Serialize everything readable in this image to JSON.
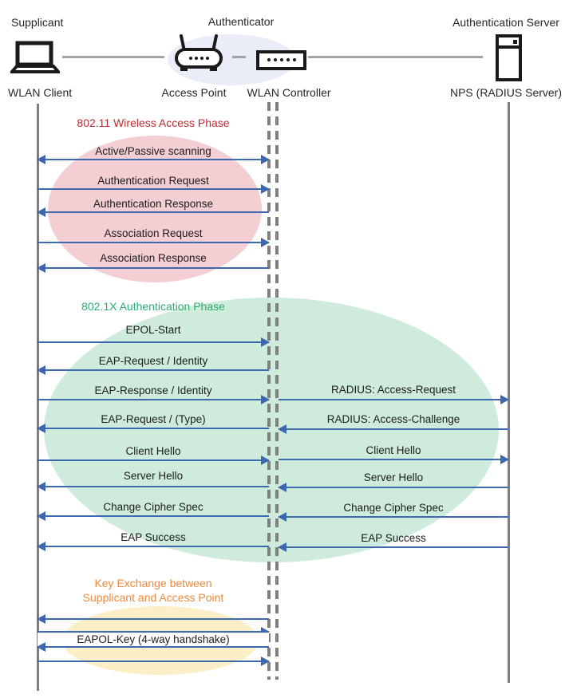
{
  "actors": {
    "supplicant": {
      "role": "Supplicant",
      "device": "WLAN Client"
    },
    "authenticator": {
      "role": "Authenticator",
      "access_point": "Access Point",
      "controller": "WLAN Controller"
    },
    "server": {
      "role": "Authentication Server",
      "device": "NPS (RADIUS Server)"
    }
  },
  "phases": {
    "p1": {
      "title": "802.11 Wireless Access Phase",
      "color": "#BE2B31",
      "fill": "#F3CED3"
    },
    "p2": {
      "title": "802.1X Authentication Phase",
      "color": "#2FAD72",
      "fill": "#CEEBDC"
    },
    "p3": {
      "title_line1": "Key Exchange between",
      "title_line2": "Supplicant and Access Point",
      "color": "#ED8A3C",
      "fill": "#FCEFC8"
    }
  },
  "messages": {
    "left": [
      {
        "label": "Active/Passive scanning",
        "direction": "both"
      },
      {
        "label": "Authentication Request",
        "direction": "right"
      },
      {
        "label": "Authentication Response",
        "direction": "left"
      },
      {
        "label": "Association Request",
        "direction": "right"
      },
      {
        "label": "Association Response",
        "direction": "left"
      },
      {
        "label": "EPOL-Start",
        "direction": "right"
      },
      {
        "label": "EAP-Request / Identity",
        "direction": "left"
      },
      {
        "label": "EAP-Response / Identity",
        "direction": "right"
      },
      {
        "label": "EAP-Request / (Type)",
        "direction": "left"
      },
      {
        "label": "Client Hello",
        "direction": "right"
      },
      {
        "label": "Server Hello",
        "direction": "left"
      },
      {
        "label": "Change Cipher Spec",
        "direction": "left"
      },
      {
        "label": "EAP Success",
        "direction": "left"
      },
      {
        "label": "EAPOL-Key (4-way handshake)",
        "direction": "left"
      }
    ],
    "right": [
      {
        "label": "RADIUS: Access-Request",
        "direction": "right"
      },
      {
        "label": "RADIUS: Access-Challenge",
        "direction": "left"
      },
      {
        "label": "Client Hello",
        "direction": "right"
      },
      {
        "label": "Server Hello",
        "direction": "left"
      },
      {
        "label": "Change Cipher Spec",
        "direction": "left"
      },
      {
        "label": "EAP Success",
        "direction": "left"
      }
    ]
  },
  "icons": {
    "supplicant": "laptop-icon",
    "access_point": "wireless-router-icon",
    "controller": "wlan-controller-icon",
    "server": "server-tower-icon"
  },
  "colors": {
    "arrow": "#3E68AE",
    "lifeline": "#7F7F7F",
    "connector": "#A3A3A3",
    "authenticator_group_fill": "#EAEDF7"
  }
}
